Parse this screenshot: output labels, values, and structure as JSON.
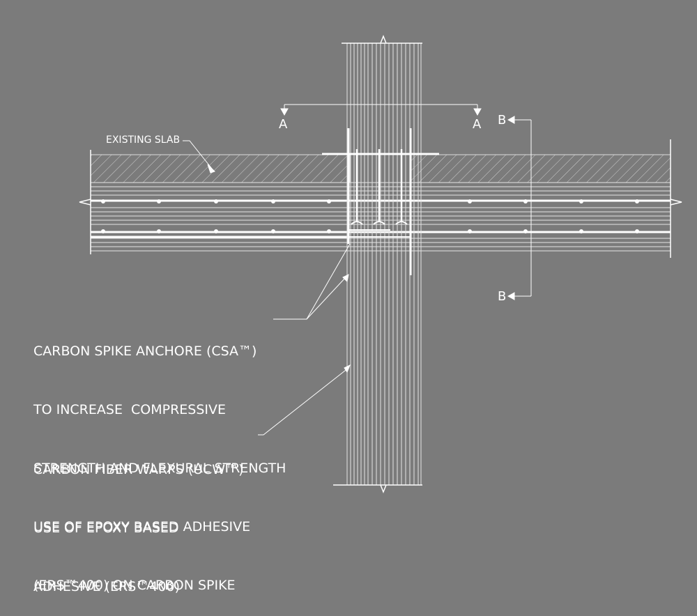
{
  "colors": {
    "background": "#7b7b7b",
    "linework": "#ffffff"
  },
  "labels": {
    "existing_slab": "EXISTING SLAB",
    "section_a_left": "A",
    "section_a_right": "A",
    "section_b_top": "B",
    "section_b_bottom": "B"
  },
  "notes": {
    "carbon_spike": [
      "CARBON SPIKE ANCHORE (CSA™)",
      "TO INCREASE  COMPRESSIVE",
      "STRENGTH AND FLEXURAL STRENGTH",
      "USE OF EPOXY BASED ADHESIVE",
      "(ERS™400) ON CARBON SPIKE"
    ],
    "carbon_fiber": [
      "CARBON FIBER WARPS (UCW™)",
      "USE OF EPOXY BASED",
      "ADHESIVE (ERS™400)"
    ]
  }
}
